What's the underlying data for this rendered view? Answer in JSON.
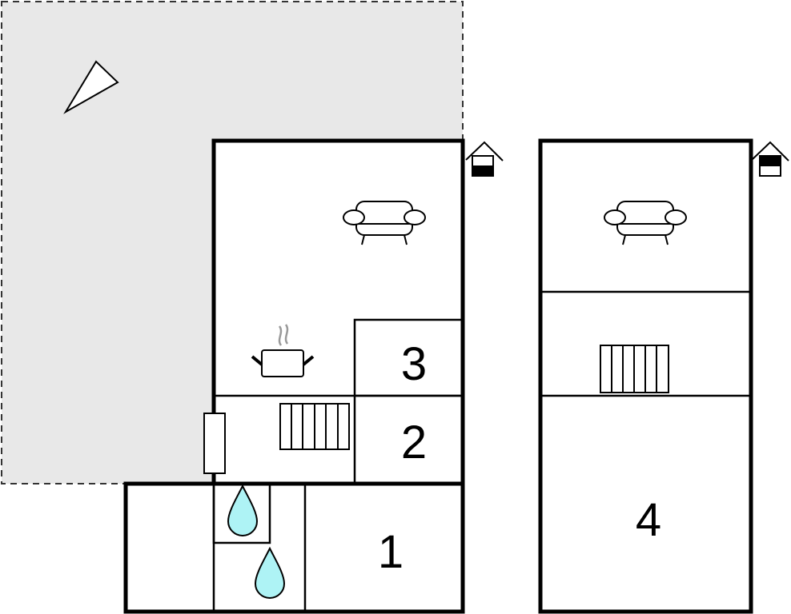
{
  "colors": {
    "outdoor": "#e8e8e8",
    "wall": "#000000",
    "water": "#aef3f5",
    "steam": "#999999"
  },
  "rooms": [
    {
      "id": "room-3",
      "label": "3"
    },
    {
      "id": "room-2",
      "label": "2"
    },
    {
      "id": "room-1",
      "label": "1"
    },
    {
      "id": "room-4",
      "label": "4"
    }
  ],
  "icons": [
    "compass-icon",
    "floor-level-icon",
    "sofa-icon",
    "cooking-pot-icon",
    "radiator-icon",
    "water-drop-icon",
    "window-icon"
  ]
}
